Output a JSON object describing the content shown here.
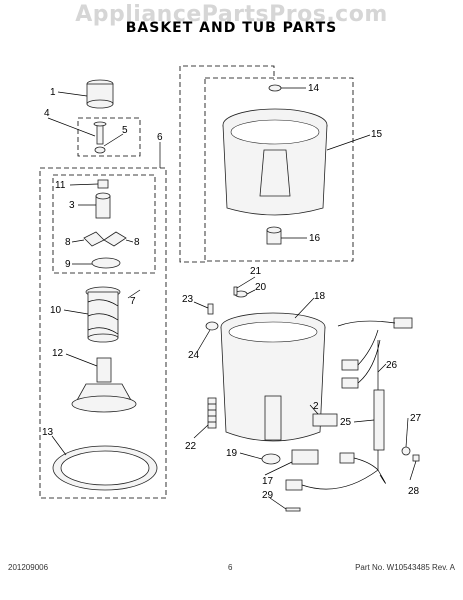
{
  "watermark": "AppliancePartsPros.com",
  "title": "BASKET AND TUB PARTS",
  "footer": {
    "left": "201209006",
    "center": "6",
    "right": "Part No. W10543485  Rev. A"
  },
  "callouts": {
    "c1": "1",
    "c2": "2",
    "c3": "3",
    "c4": "4",
    "c5": "5",
    "c6": "6",
    "c7": "7",
    "c8a": "8",
    "c8b": "8",
    "c9": "9",
    "c10": "10",
    "c11": "11",
    "c12": "12",
    "c13": "13",
    "c14": "14",
    "c15": "15",
    "c16": "16",
    "c17": "17",
    "c18": "18",
    "c19": "19",
    "c20": "20",
    "c21": "21",
    "c22": "22",
    "c23": "23",
    "c24": "24",
    "c25": "25",
    "c26": "26",
    "c27": "27",
    "c28": "28",
    "c29": "29"
  }
}
